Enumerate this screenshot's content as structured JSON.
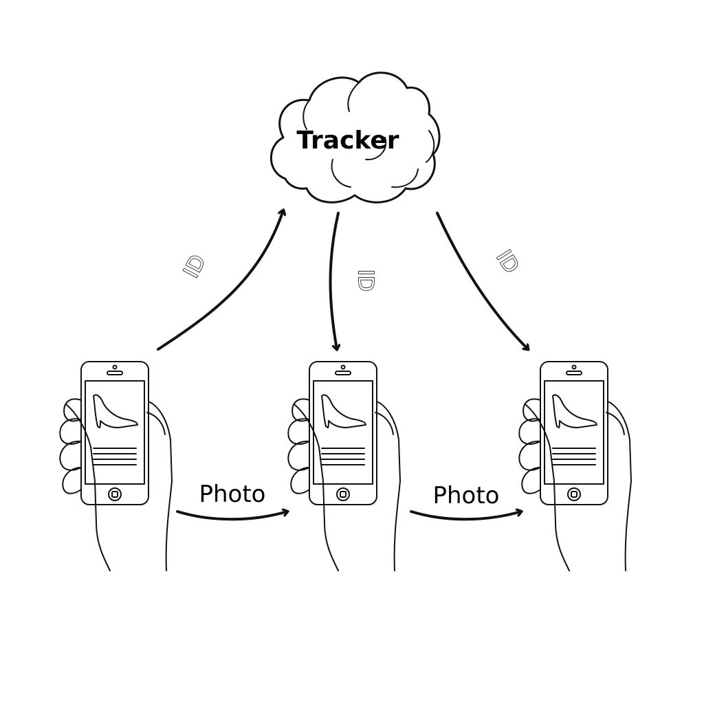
{
  "tracker": {
    "label": "Tracker"
  },
  "edges": {
    "phone1_to_tracker": "ID",
    "tracker_to_phone2": "ID",
    "tracker_to_phone3": "ID",
    "phone1_to_phone2": "Photo",
    "phone2_to_phone3": "Photo"
  },
  "icons": {
    "cloud": "cloud-icon",
    "phone": "smartphone-icon",
    "hand": "hand-icon",
    "shoe": "high-heel-shoe-icon"
  },
  "colors": {
    "ink": "#111111",
    "background": "#ffffff"
  }
}
